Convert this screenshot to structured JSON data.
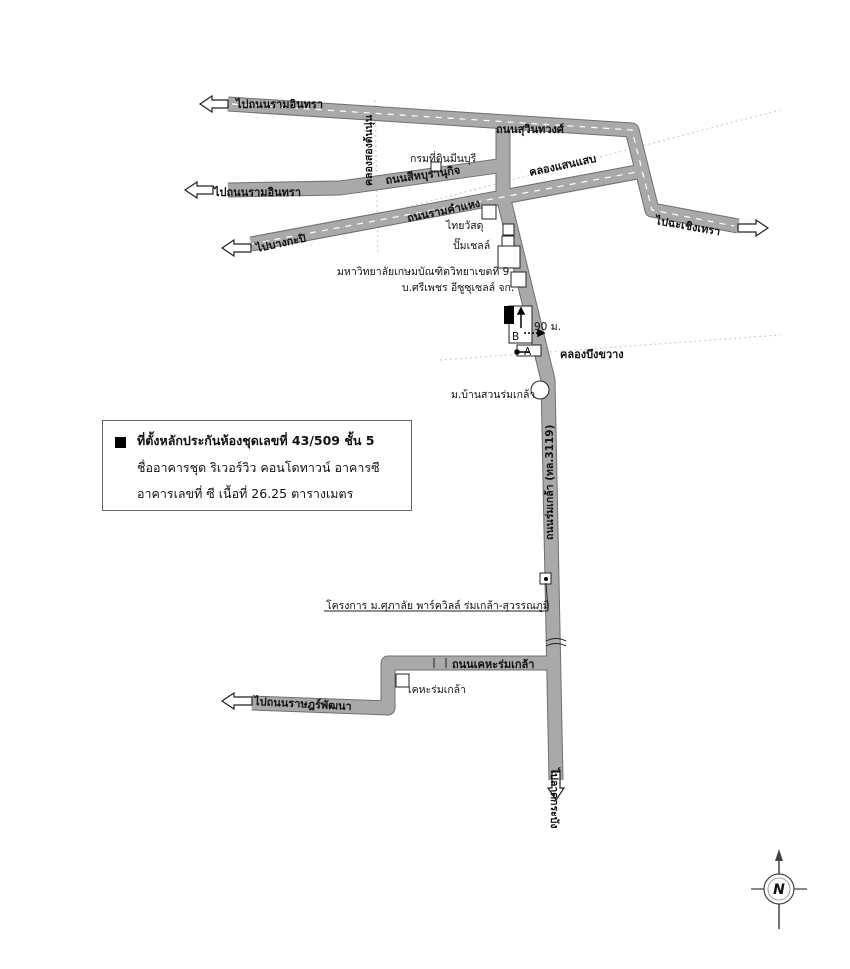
{
  "roads": {
    "sukhumvit": "ถนนสุวินทวงศ์",
    "to_ramintra_top": "ไปถนนรามอินทรา",
    "to_ramintra_mid": "ไปถนนรามอินทรา",
    "seehaburanukit": "ถนนสีหบุรานุกิจ",
    "ramkhamhaeng": "ถนนรามคำแหง",
    "to_bangkapi": "ไปบางกะปิ",
    "to_chachoengsao": "ไปฉะเชิงเทรา",
    "romklao": "ถนนร่มเกล้า (ทล.3119)",
    "kehaa_romklao": "ถนนเคหะร่มเกล้า",
    "to_rat_phatthana": "ไปถนนราษฎร์พัฒนา",
    "to_lat_krabang": "ไปลาดกระบัง"
  },
  "canals": {
    "song_ton_nun": "คลองสองต้นนุ่น",
    "saen_saep": "คลองแสนแสบ",
    "bueng_khwang": "คลองบึงขวาง"
  },
  "places": {
    "land_dept": "กรมที่ดินมีนบุรี",
    "thai_watsadu": "ไทยวัสดุ",
    "pump": "ปั๊มเชลล์",
    "university": "มหาวิทยาลัยเกษมบัณฑิตวิทยาเขตที่ 9",
    "sripetch": "บ.ศรีเพชร อีซูซุเซลล์ จก.",
    "distance": "90 ม.",
    "marker_a": "A",
    "marker_b": "B",
    "suan_romklao": "ม.บ้านสวนร่มเกล้า",
    "project": "โครงการ ม.ศุภาลัย พาร์ควิลล์ ร่มเกล้า-สุวรรณภูมิ",
    "kehaa": "เคหะร่มเกล้า"
  },
  "legend": {
    "line1": "ที่ตั้งหลักประกันห้องชุดเลขที่ 43/509 ชั้น 5",
    "line2": "ชื่ออาคารชุด ริเวอร์วิว คอนโดทาวน์ อาคารซี",
    "line3": "อาคารเลขที่ ซี  เนื้อที่ 26.25 ตารางเมตร"
  },
  "compass": {
    "letter": "N"
  },
  "colors": {
    "road": "#a9a9a9",
    "road_edge": "#6f6f6f",
    "marker": "#000000"
  }
}
